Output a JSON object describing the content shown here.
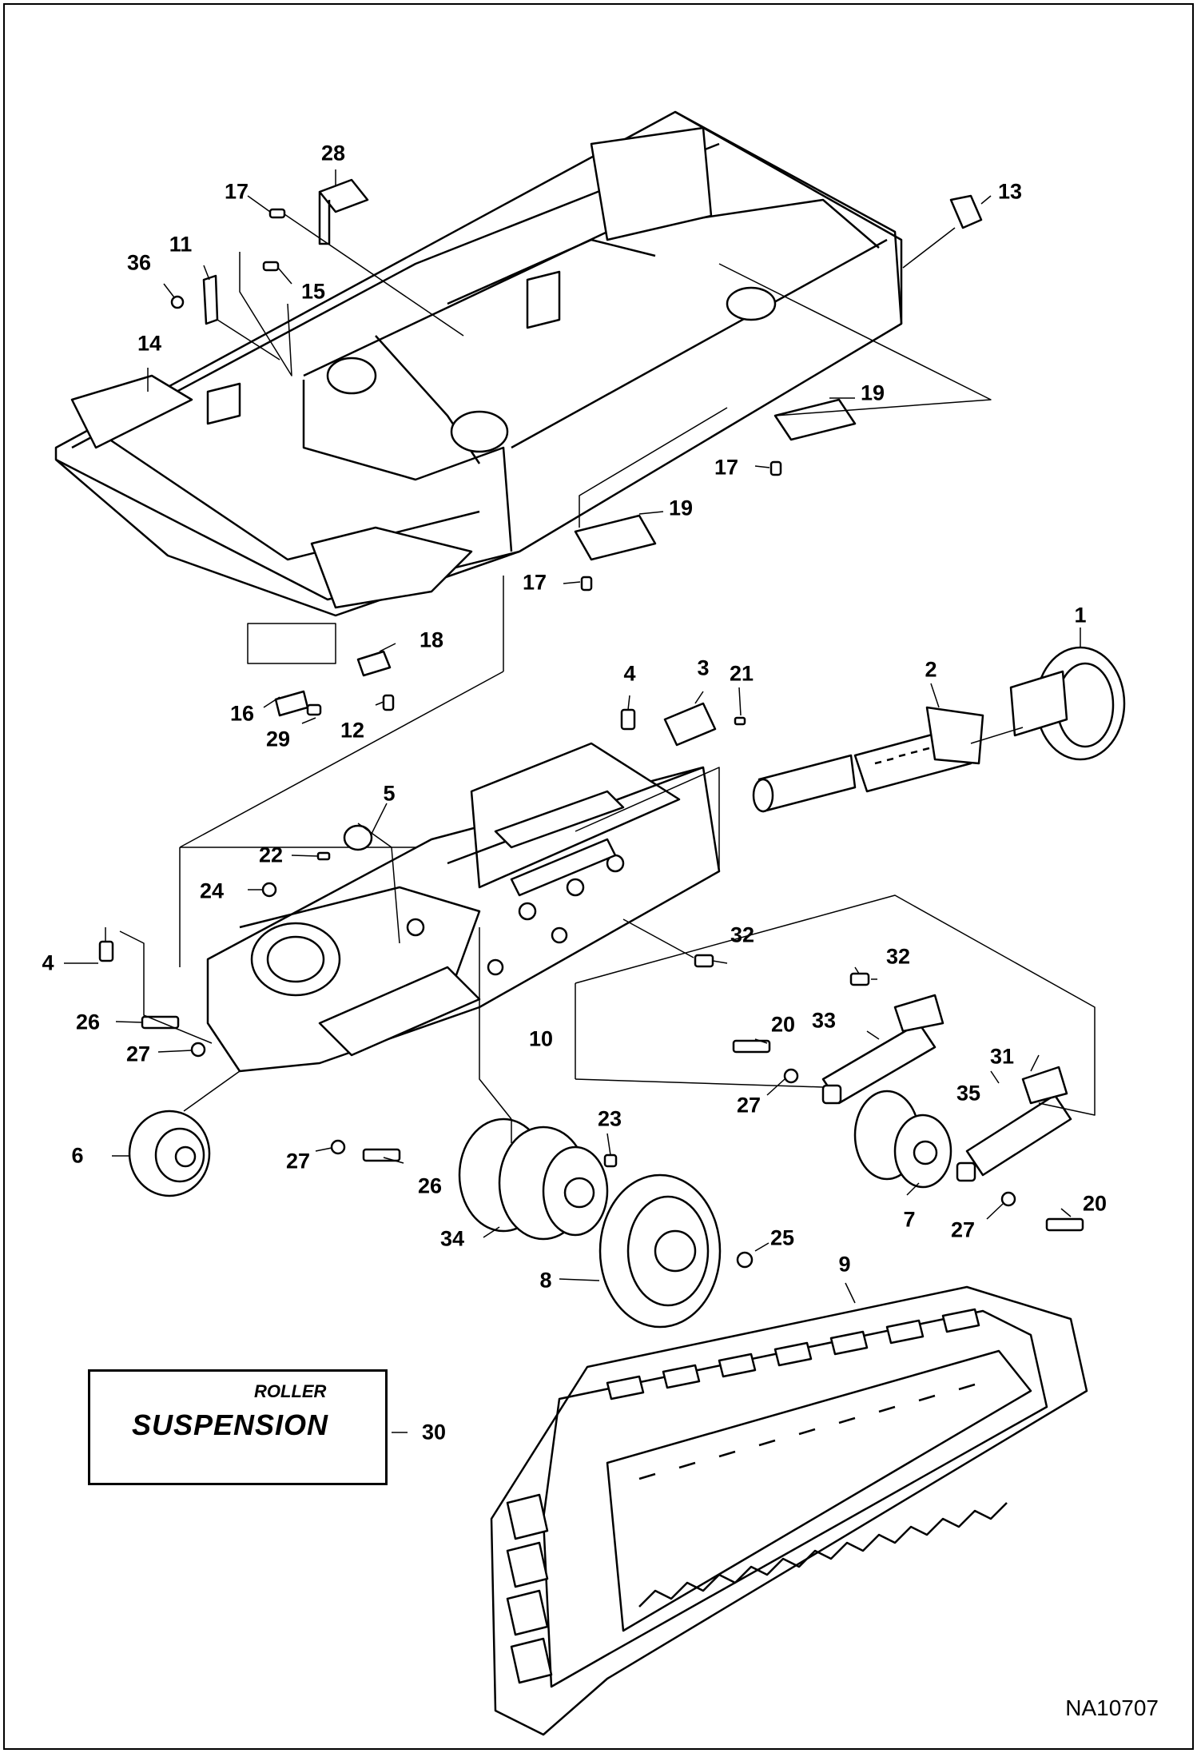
{
  "drawing_code": "NA10707",
  "logo": {
    "top_word": "ROLLER",
    "main_word": "SUSPENSION"
  },
  "callouts": [
    {
      "id": "c1",
      "label": "1"
    },
    {
      "id": "c2",
      "label": "2"
    },
    {
      "id": "c3",
      "label": "3"
    },
    {
      "id": "c4a",
      "label": "4"
    },
    {
      "id": "c4b",
      "label": "4"
    },
    {
      "id": "c5",
      "label": "5"
    },
    {
      "id": "c6",
      "label": "6"
    },
    {
      "id": "c7",
      "label": "7"
    },
    {
      "id": "c8",
      "label": "8"
    },
    {
      "id": "c9",
      "label": "9"
    },
    {
      "id": "c10",
      "label": "10"
    },
    {
      "id": "c11",
      "label": "11"
    },
    {
      "id": "c12",
      "label": "12"
    },
    {
      "id": "c13",
      "label": "13"
    },
    {
      "id": "c14",
      "label": "14"
    },
    {
      "id": "c15",
      "label": "15"
    },
    {
      "id": "c16",
      "label": "16"
    },
    {
      "id": "c17a",
      "label": "17"
    },
    {
      "id": "c17b",
      "label": "17"
    },
    {
      "id": "c17c",
      "label": "17"
    },
    {
      "id": "c18",
      "label": "18"
    },
    {
      "id": "c19a",
      "label": "19"
    },
    {
      "id": "c19b",
      "label": "19"
    },
    {
      "id": "c20a",
      "label": "20"
    },
    {
      "id": "c20b",
      "label": "20"
    },
    {
      "id": "c21",
      "label": "21"
    },
    {
      "id": "c22",
      "label": "22"
    },
    {
      "id": "c23",
      "label": "23"
    },
    {
      "id": "c24",
      "label": "24"
    },
    {
      "id": "c25",
      "label": "25"
    },
    {
      "id": "c26a",
      "label": "26"
    },
    {
      "id": "c26b",
      "label": "26"
    },
    {
      "id": "c27a",
      "label": "27"
    },
    {
      "id": "c27b",
      "label": "27"
    },
    {
      "id": "c27c",
      "label": "27"
    },
    {
      "id": "c27d",
      "label": "27"
    },
    {
      "id": "c28",
      "label": "28"
    },
    {
      "id": "c29",
      "label": "29"
    },
    {
      "id": "c30",
      "label": "30"
    },
    {
      "id": "c31",
      "label": "31"
    },
    {
      "id": "c32a",
      "label": "32"
    },
    {
      "id": "c32b",
      "label": "32"
    },
    {
      "id": "c33",
      "label": "33"
    },
    {
      "id": "c34",
      "label": "34"
    },
    {
      "id": "c35",
      "label": "35"
    },
    {
      "id": "c36",
      "label": "36"
    }
  ]
}
